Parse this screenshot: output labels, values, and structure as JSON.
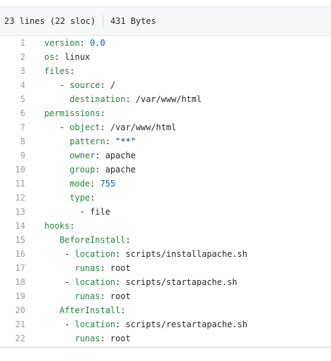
{
  "file_info": {
    "lines": "23 lines (22 sloc)",
    "size": "431 Bytes"
  },
  "colors": {
    "key": "#22863a",
    "number": "#005cc5",
    "string": "#032f62",
    "text": "#24292e",
    "line_number": "#959da5"
  },
  "code_lines": [
    {
      "n": "1",
      "indent": "",
      "tokens": [
        {
          "t": "version",
          "k": "key"
        },
        {
          "t": ": ",
          "k": "plain"
        },
        {
          "t": "0.0",
          "k": "num"
        }
      ]
    },
    {
      "n": "2",
      "indent": "",
      "tokens": [
        {
          "t": "os",
          "k": "key"
        },
        {
          "t": ": linux",
          "k": "plain"
        }
      ]
    },
    {
      "n": "3",
      "indent": "",
      "tokens": [
        {
          "t": "files",
          "k": "key"
        },
        {
          "t": ":",
          "k": "plain"
        }
      ]
    },
    {
      "n": "4",
      "indent": "   ",
      "tokens": [
        {
          "t": "- ",
          "k": "plain"
        },
        {
          "t": "source",
          "k": "key"
        },
        {
          "t": ": /",
          "k": "plain"
        }
      ]
    },
    {
      "n": "5",
      "indent": "     ",
      "tokens": [
        {
          "t": "destination",
          "k": "key"
        },
        {
          "t": ": /var/www/html",
          "k": "plain"
        }
      ]
    },
    {
      "n": "6",
      "indent": "",
      "tokens": [
        {
          "t": "permissions",
          "k": "key"
        },
        {
          "t": ":",
          "k": "plain"
        }
      ]
    },
    {
      "n": "7",
      "indent": "   ",
      "tokens": [
        {
          "t": "- ",
          "k": "plain"
        },
        {
          "t": "object",
          "k": "key"
        },
        {
          "t": ": /var/www/html",
          "k": "plain"
        }
      ]
    },
    {
      "n": "8",
      "indent": "     ",
      "tokens": [
        {
          "t": "pattern",
          "k": "key"
        },
        {
          "t": ": ",
          "k": "plain"
        },
        {
          "t": "\"**\"",
          "k": "str"
        }
      ]
    },
    {
      "n": "9",
      "indent": "     ",
      "tokens": [
        {
          "t": "owner",
          "k": "key"
        },
        {
          "t": ": apache",
          "k": "plain"
        }
      ]
    },
    {
      "n": "10",
      "indent": "     ",
      "tokens": [
        {
          "t": "group",
          "k": "key"
        },
        {
          "t": ": apache",
          "k": "plain"
        }
      ]
    },
    {
      "n": "11",
      "indent": "     ",
      "tokens": [
        {
          "t": "mode",
          "k": "key"
        },
        {
          "t": ": ",
          "k": "plain"
        },
        {
          "t": "755",
          "k": "num"
        }
      ]
    },
    {
      "n": "12",
      "indent": "     ",
      "tokens": [
        {
          "t": "type",
          "k": "key"
        },
        {
          "t": ":",
          "k": "plain"
        }
      ]
    },
    {
      "n": "13",
      "indent": "       ",
      "tokens": [
        {
          "t": "- file",
          "k": "plain"
        }
      ]
    },
    {
      "n": "14",
      "indent": "",
      "tokens": [
        {
          "t": "hooks",
          "k": "key"
        },
        {
          "t": ":",
          "k": "plain"
        }
      ]
    },
    {
      "n": "15",
      "indent": "   ",
      "tokens": [
        {
          "t": "BeforeInstall",
          "k": "key"
        },
        {
          "t": ":",
          "k": "plain"
        }
      ]
    },
    {
      "n": "16",
      "indent": "    ",
      "tokens": [
        {
          "t": "- ",
          "k": "plain"
        },
        {
          "t": "location",
          "k": "key"
        },
        {
          "t": ": scripts/installapache.sh",
          "k": "plain"
        }
      ]
    },
    {
      "n": "17",
      "indent": "      ",
      "tokens": [
        {
          "t": "runas",
          "k": "key"
        },
        {
          "t": ": root",
          "k": "plain"
        }
      ]
    },
    {
      "n": "18",
      "indent": "    ",
      "tokens": [
        {
          "t": "- ",
          "k": "plain"
        },
        {
          "t": "location",
          "k": "key"
        },
        {
          "t": ": scripts/startapache.sh",
          "k": "plain"
        }
      ]
    },
    {
      "n": "19",
      "indent": "      ",
      "tokens": [
        {
          "t": "runas",
          "k": "key"
        },
        {
          "t": ": root",
          "k": "plain"
        }
      ]
    },
    {
      "n": "20",
      "indent": "   ",
      "tokens": [
        {
          "t": "AfterInstall",
          "k": "key"
        },
        {
          "t": ":",
          "k": "plain"
        }
      ]
    },
    {
      "n": "21",
      "indent": "    ",
      "tokens": [
        {
          "t": "- ",
          "k": "plain"
        },
        {
          "t": "location",
          "k": "key"
        },
        {
          "t": ": scripts/restartapache.sh",
          "k": "plain"
        }
      ]
    },
    {
      "n": "22",
      "indent": "      ",
      "tokens": [
        {
          "t": "runas",
          "k": "key"
        },
        {
          "t": ": root",
          "k": "plain"
        }
      ]
    }
  ]
}
